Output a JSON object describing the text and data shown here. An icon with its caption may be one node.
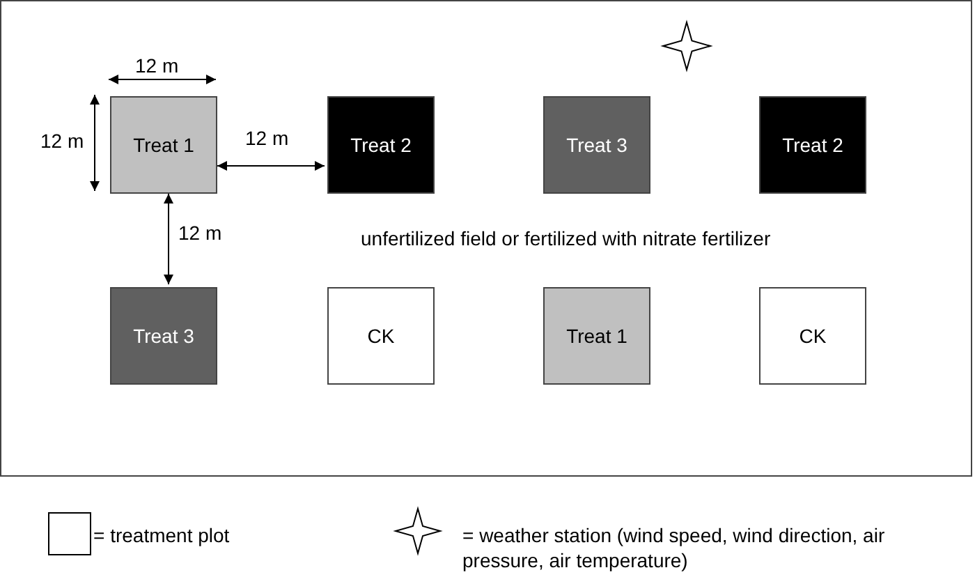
{
  "diagram": {
    "nodes": [
      {
        "text": [
          "unfertilized field or fertilized with nitrate fertilizer"
        ]
      },
      {
        "text": [
          "Treat 1"
        ],
        "in": 0
      },
      {
        "text": [
          "Treat 2"
        ],
        "in": 0
      },
      {
        "text": [
          "Treat 3"
        ],
        "in": 0
      },
      {
        "text": [
          "Treat 2"
        ],
        "in": 0
      },
      {
        "text": [
          "Treat 3"
        ],
        "in": 0
      },
      {
        "text": [
          "CK"
        ],
        "in": 0
      },
      {
        "text": [
          "Treat 1"
        ],
        "in": 0
      },
      {
        "text": [
          "CK"
        ],
        "in": 0
      }
    ],
    "edges": [
      {
        "from": 1,
        "to": 2,
        "arrow": "both",
        "label": "12 m"
      },
      {
        "from": 1,
        "to": 5,
        "arrow": "both",
        "label": "12 m"
      }
    ],
    "labels": [
      "12 m",
      "12 m"
    ],
    "legend": [
      {
        "text": "= treatment plot"
      },
      {
        "text": "= weather station (wind speed, wind direction, air pressure, air temperature)"
      }
    ]
  }
}
